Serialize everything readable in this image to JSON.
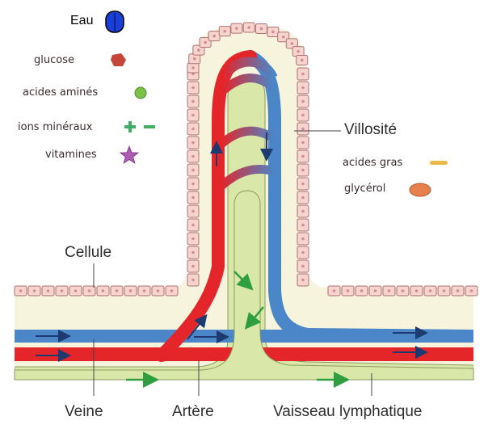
{
  "legend": {
    "eau": "Eau",
    "glucose": "glucose",
    "acides_amines": "acides aminés",
    "ions_mineraux": "ions minéraux",
    "vitamines": "vitamines",
    "acides_gras": "acides gras",
    "glycerol": "glycérol"
  },
  "labels": {
    "villosite": "Villosité",
    "cellule": "Cellule",
    "veine": "Veine",
    "artere": "Artère",
    "vaisseau_lymphatique": "Vaisseau lymphatique"
  },
  "colors": {
    "artery": "#e4252a",
    "vein": "#4a86c8",
    "lymph": "#d9e8a8",
    "cell_fill": "#f6d4d0",
    "cell_border": "#b07070",
    "background_tissue": "#f6f4dc",
    "arrow_blood": "#1e3a6e",
    "arrow_lymph": "#2f9e3f",
    "eau_icon": "#1a3fd6"
  },
  "icons": {
    "eau": "water-drop-icon",
    "glucose": "glucose-cube-icon",
    "acides_amines": "amino-acid-sphere-icon",
    "ions_mineraux": "ion-plus-minus-icon",
    "vitamines": "vitamin-star-icon",
    "acides_gras": "fatty-acid-bar-icon",
    "glycerol": "glycerol-oval-icon"
  }
}
